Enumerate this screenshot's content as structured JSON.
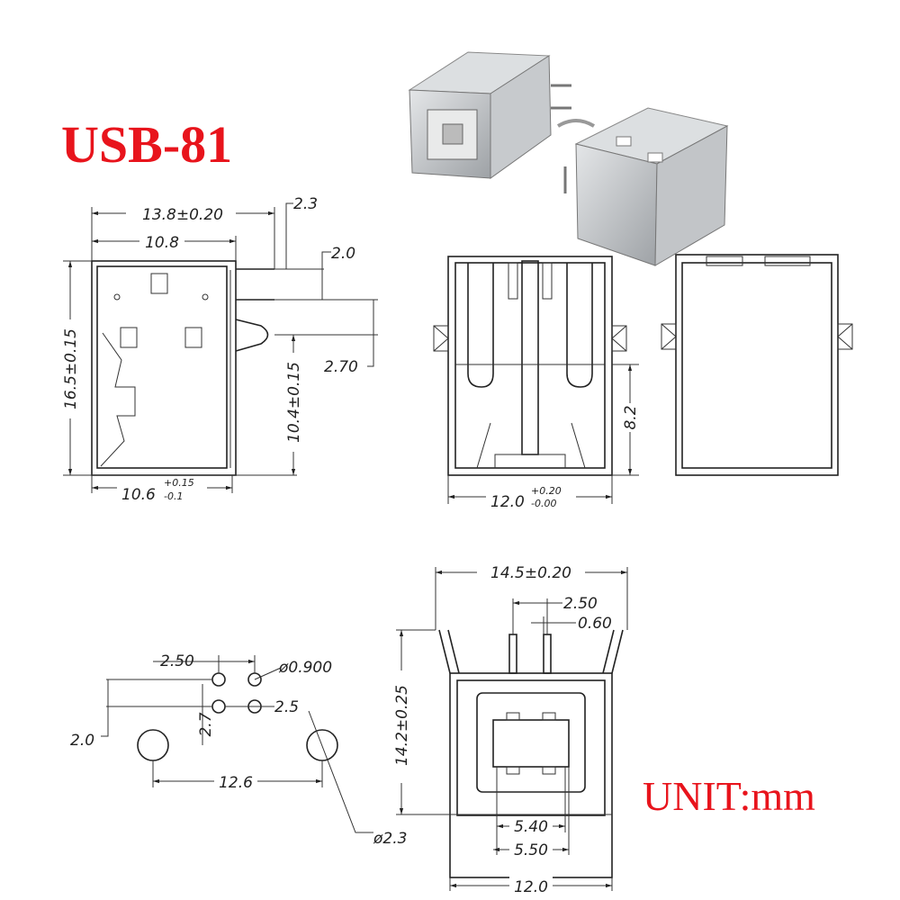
{
  "title": "USB-81",
  "unit_label": "UNIT:mm",
  "colors": {
    "title": "#e8141c",
    "line": "#222222",
    "metal": "#b9bcbf"
  },
  "side_view": {
    "overall_length": "13.8±0.20",
    "body_length": "10.8",
    "pin_offset": "2.3",
    "pin_pitch": "2.0",
    "tab_offset": "2.70",
    "height": "16.5±0.15",
    "tab_height": "10.4±0.15",
    "width_base": "10.6",
    "width_tol_plus": "+0.15",
    "width_tol_minus": "-0.1"
  },
  "back_view": {
    "height": "8.2",
    "width_base": "12.0",
    "width_tol_plus": "+0.20",
    "width_tol_minus": "-0.00"
  },
  "footprint": {
    "pin_pitch_x": "2.50",
    "pin_hole_dia": "ø0.900",
    "pin_stagger": "2.5",
    "pin_row_pitch": "2.7",
    "tab_offset": "2.0",
    "tab_span": "12.6",
    "tab_hole_dia": "ø2.3"
  },
  "front_view": {
    "overall_width": "14.5±0.20",
    "pin_pitch": "2.50",
    "pin_width": "0.60",
    "height": "14.2±0.25",
    "port_inner": "5.40",
    "port_outer": "5.50",
    "body_width": "12.0"
  }
}
